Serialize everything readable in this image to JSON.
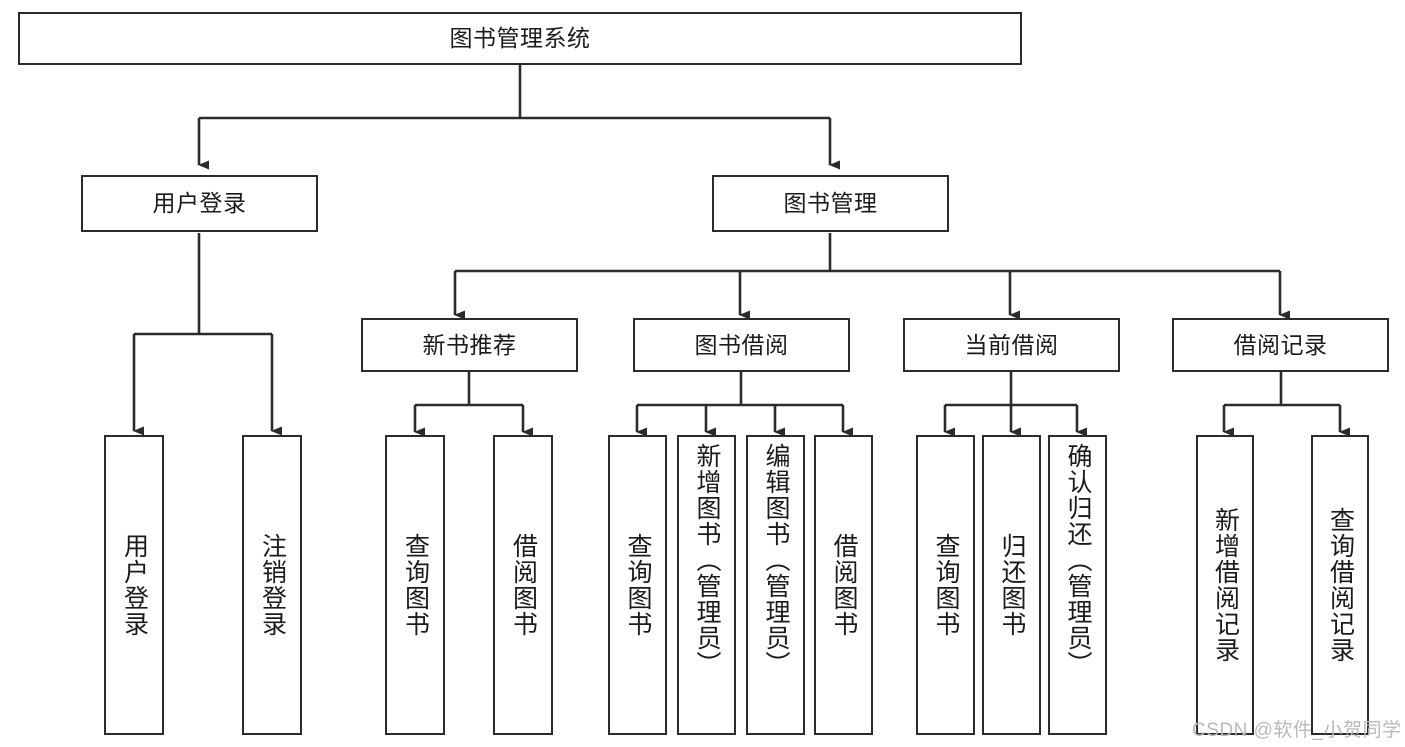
{
  "diagram": {
    "title": "图书管理系统",
    "type": "tree-hierarchy",
    "watermark": "CSDN @软件_小贺同学",
    "colors": {
      "stroke": "#2b2b2b",
      "fill": "#ffffff",
      "text": "#1b1b1b",
      "watermark": "#b9b9b9"
    },
    "nodes": {
      "root": {
        "label": "图书管理系统"
      },
      "level1": [
        {
          "id": "user-login",
          "label": "用户登录"
        },
        {
          "id": "book-management",
          "label": "图书管理"
        }
      ],
      "level2": [
        {
          "id": "new-book-recommend",
          "label": "新书推荐"
        },
        {
          "id": "book-borrow",
          "label": "图书借阅"
        },
        {
          "id": "current-borrow",
          "label": "当前借阅"
        },
        {
          "id": "borrow-record",
          "label": "借阅记录"
        }
      ],
      "leaves": {
        "user-login": [
          {
            "id": "leaf-user-login",
            "label": "用户登录"
          },
          {
            "id": "leaf-logout",
            "label": "注销登录"
          }
        ],
        "new-book-recommend": [
          {
            "id": "leaf-query-book-1",
            "label": "查询图书"
          },
          {
            "id": "leaf-borrow-book-1",
            "label": "借阅图书"
          }
        ],
        "book-borrow": [
          {
            "id": "leaf-query-book-2",
            "label": "查询图书"
          },
          {
            "id": "leaf-add-book",
            "label": "新增图书（管理员）"
          },
          {
            "id": "leaf-edit-book",
            "label": "编辑图书（管理员）"
          },
          {
            "id": "leaf-borrow-book-2",
            "label": "借阅图书"
          }
        ],
        "current-borrow": [
          {
            "id": "leaf-query-book-3",
            "label": "查询图书"
          },
          {
            "id": "leaf-return-book",
            "label": "归还图书"
          },
          {
            "id": "leaf-confirm-return",
            "label": "确认归还（管理员）"
          }
        ],
        "borrow-record": [
          {
            "id": "leaf-add-record",
            "label": "新增借阅记录"
          },
          {
            "id": "leaf-query-record",
            "label": "查询借阅记录"
          }
        ]
      }
    }
  }
}
